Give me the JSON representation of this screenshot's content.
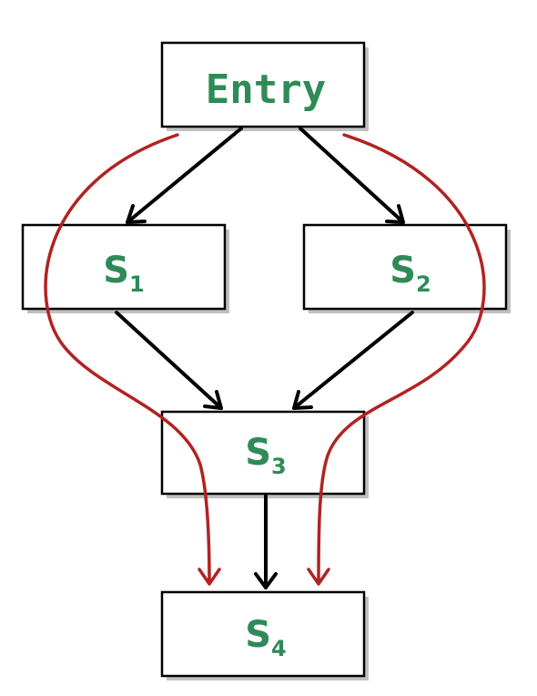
{
  "nodes": {
    "entry": {
      "label": "Entry"
    },
    "s1": {
      "label": "S",
      "sub": "1"
    },
    "s2": {
      "label": "S",
      "sub": "2"
    },
    "s3": {
      "label": "S",
      "sub": "3"
    },
    "s4": {
      "label": "S",
      "sub": "4"
    }
  },
  "colors": {
    "label": "#2e8b57",
    "edge": "#000000",
    "highlight_path": "#b22222"
  }
}
